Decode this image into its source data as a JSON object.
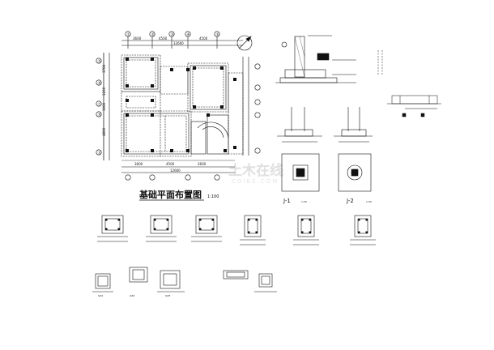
{
  "plan": {
    "title": "基础平面布置图",
    "scale": "1:100",
    "axis_top": [
      "①",
      "②",
      "③",
      "④",
      "⑤"
    ],
    "axis_left": [
      "Ⓐ",
      "Ⓑ",
      "Ⓒ",
      "Ⓓ",
      "Ⓔ"
    ],
    "dims_top": [
      "3600",
      "4500",
      "12600",
      "4500"
    ],
    "dims_bottom": [
      "3600",
      "4500",
      "2600",
      "12600"
    ],
    "dims_left": [
      "3700",
      "1200",
      "1000",
      "4800",
      "1800",
      "12000"
    ]
  },
  "details": {
    "j1_label": "J-1",
    "j1_scale": "1:30",
    "j2_label": "J-2",
    "j2_scale": "1:30",
    "gz_labels": [
      "GZ1",
      "GZ2",
      "GZ3"
    ]
  },
  "watermark": {
    "text": "土木在线",
    "sub": "COIBE.COM"
  }
}
